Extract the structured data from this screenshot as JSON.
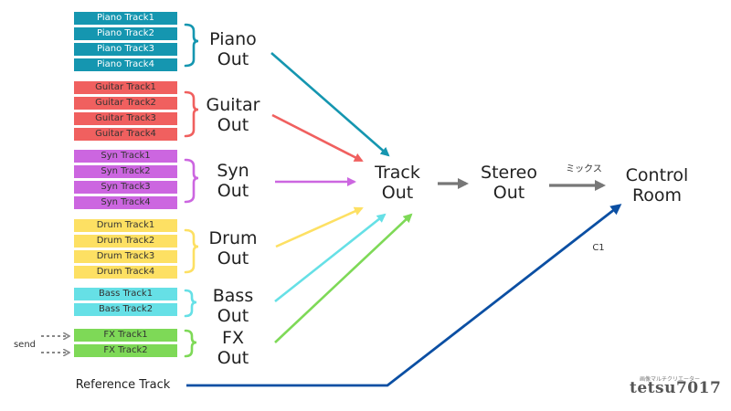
{
  "groups": [
    {
      "key": "piano",
      "label_line1": "Piano",
      "label_line2": "Out",
      "color": "#1596b0",
      "tracks": [
        "Piano Track1",
        "Piano Track2",
        "Piano Track3",
        "Piano Track4"
      ]
    },
    {
      "key": "guitar",
      "label_line1": "Guitar",
      "label_line2": "Out",
      "color": "#f0605f",
      "tracks": [
        "Guitar Track1",
        "Guitar Track2",
        "Guitar Track3",
        "Guitar Track4"
      ]
    },
    {
      "key": "syn",
      "label_line1": "Syn",
      "label_line2": "Out",
      "color": "#cc66e0",
      "tracks": [
        "Syn Track1",
        "Syn Track2",
        "Syn Track3",
        "Syn Track4"
      ]
    },
    {
      "key": "drum",
      "label_line1": "Drum",
      "label_line2": "Out",
      "color": "#fde063",
      "tracks": [
        "Drum Track1",
        "Drum Track2",
        "Drum Track3",
        "Drum Track4"
      ]
    },
    {
      "key": "bass",
      "label_line1": "Bass",
      "label_line2": "Out",
      "color": "#66e0e6",
      "tracks": [
        "Bass Track1",
        "Bass Track2"
      ]
    },
    {
      "key": "fx",
      "label_line1": "FX",
      "label_line2": "Out",
      "color": "#7ed957",
      "tracks": [
        "FX Track1",
        "FX Track2"
      ]
    }
  ],
  "stages": {
    "track_out": {
      "line1": "Track",
      "line2": "Out"
    },
    "stereo_out": {
      "line1": "Stereo",
      "line2": "Out"
    },
    "control_room": {
      "line1": "Control",
      "line2": "Room"
    }
  },
  "labels": {
    "mix": "ミックス",
    "c1": "C1",
    "send": "send",
    "reference_track": "Reference Track"
  },
  "watermark": {
    "small_text": "画像マルチクリエーター",
    "name": "tetsu7017"
  },
  "colors": {
    "arrow_gray": "#777777",
    "reference_blue": "#0b4fa3",
    "send_arrow": "#888888"
  }
}
